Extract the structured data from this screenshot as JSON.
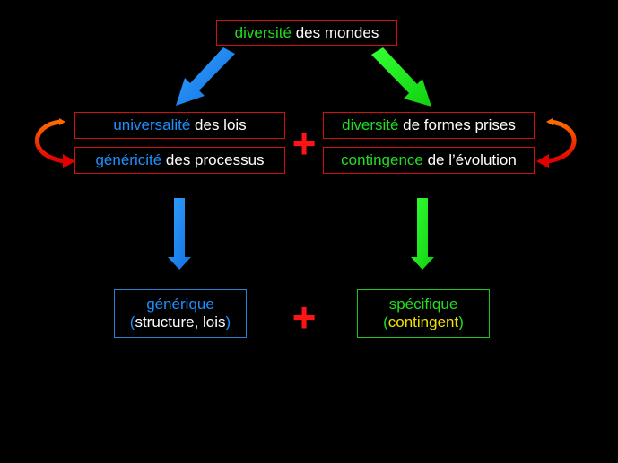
{
  "top": {
    "highlight": "diversité",
    "rest": " des mondes"
  },
  "left_column": {
    "line1": {
      "highlight": "universalité",
      "rest": " des lois"
    },
    "line2": {
      "highlight": "généricité",
      "rest": " des processus"
    }
  },
  "right_column": {
    "line1": {
      "highlight": "diversité",
      "rest": " de formes prises"
    },
    "line2": {
      "highlight": "contingence",
      "rest": " de l’évolution"
    }
  },
  "plus_symbol": "+",
  "bottom_left": {
    "title": "générique",
    "open_paren": "(",
    "detail": "structure, lois",
    "close_paren": ")"
  },
  "bottom_right": {
    "title": "spécifique",
    "open_paren": "(",
    "detail": "contingent",
    "close_paren": ")"
  },
  "colors": {
    "background": "#000000",
    "blue": "#1e90ff",
    "green": "#22dd22",
    "red": "#ff1414",
    "yellow": "#f0e000",
    "box_border_red": "#d01010"
  }
}
